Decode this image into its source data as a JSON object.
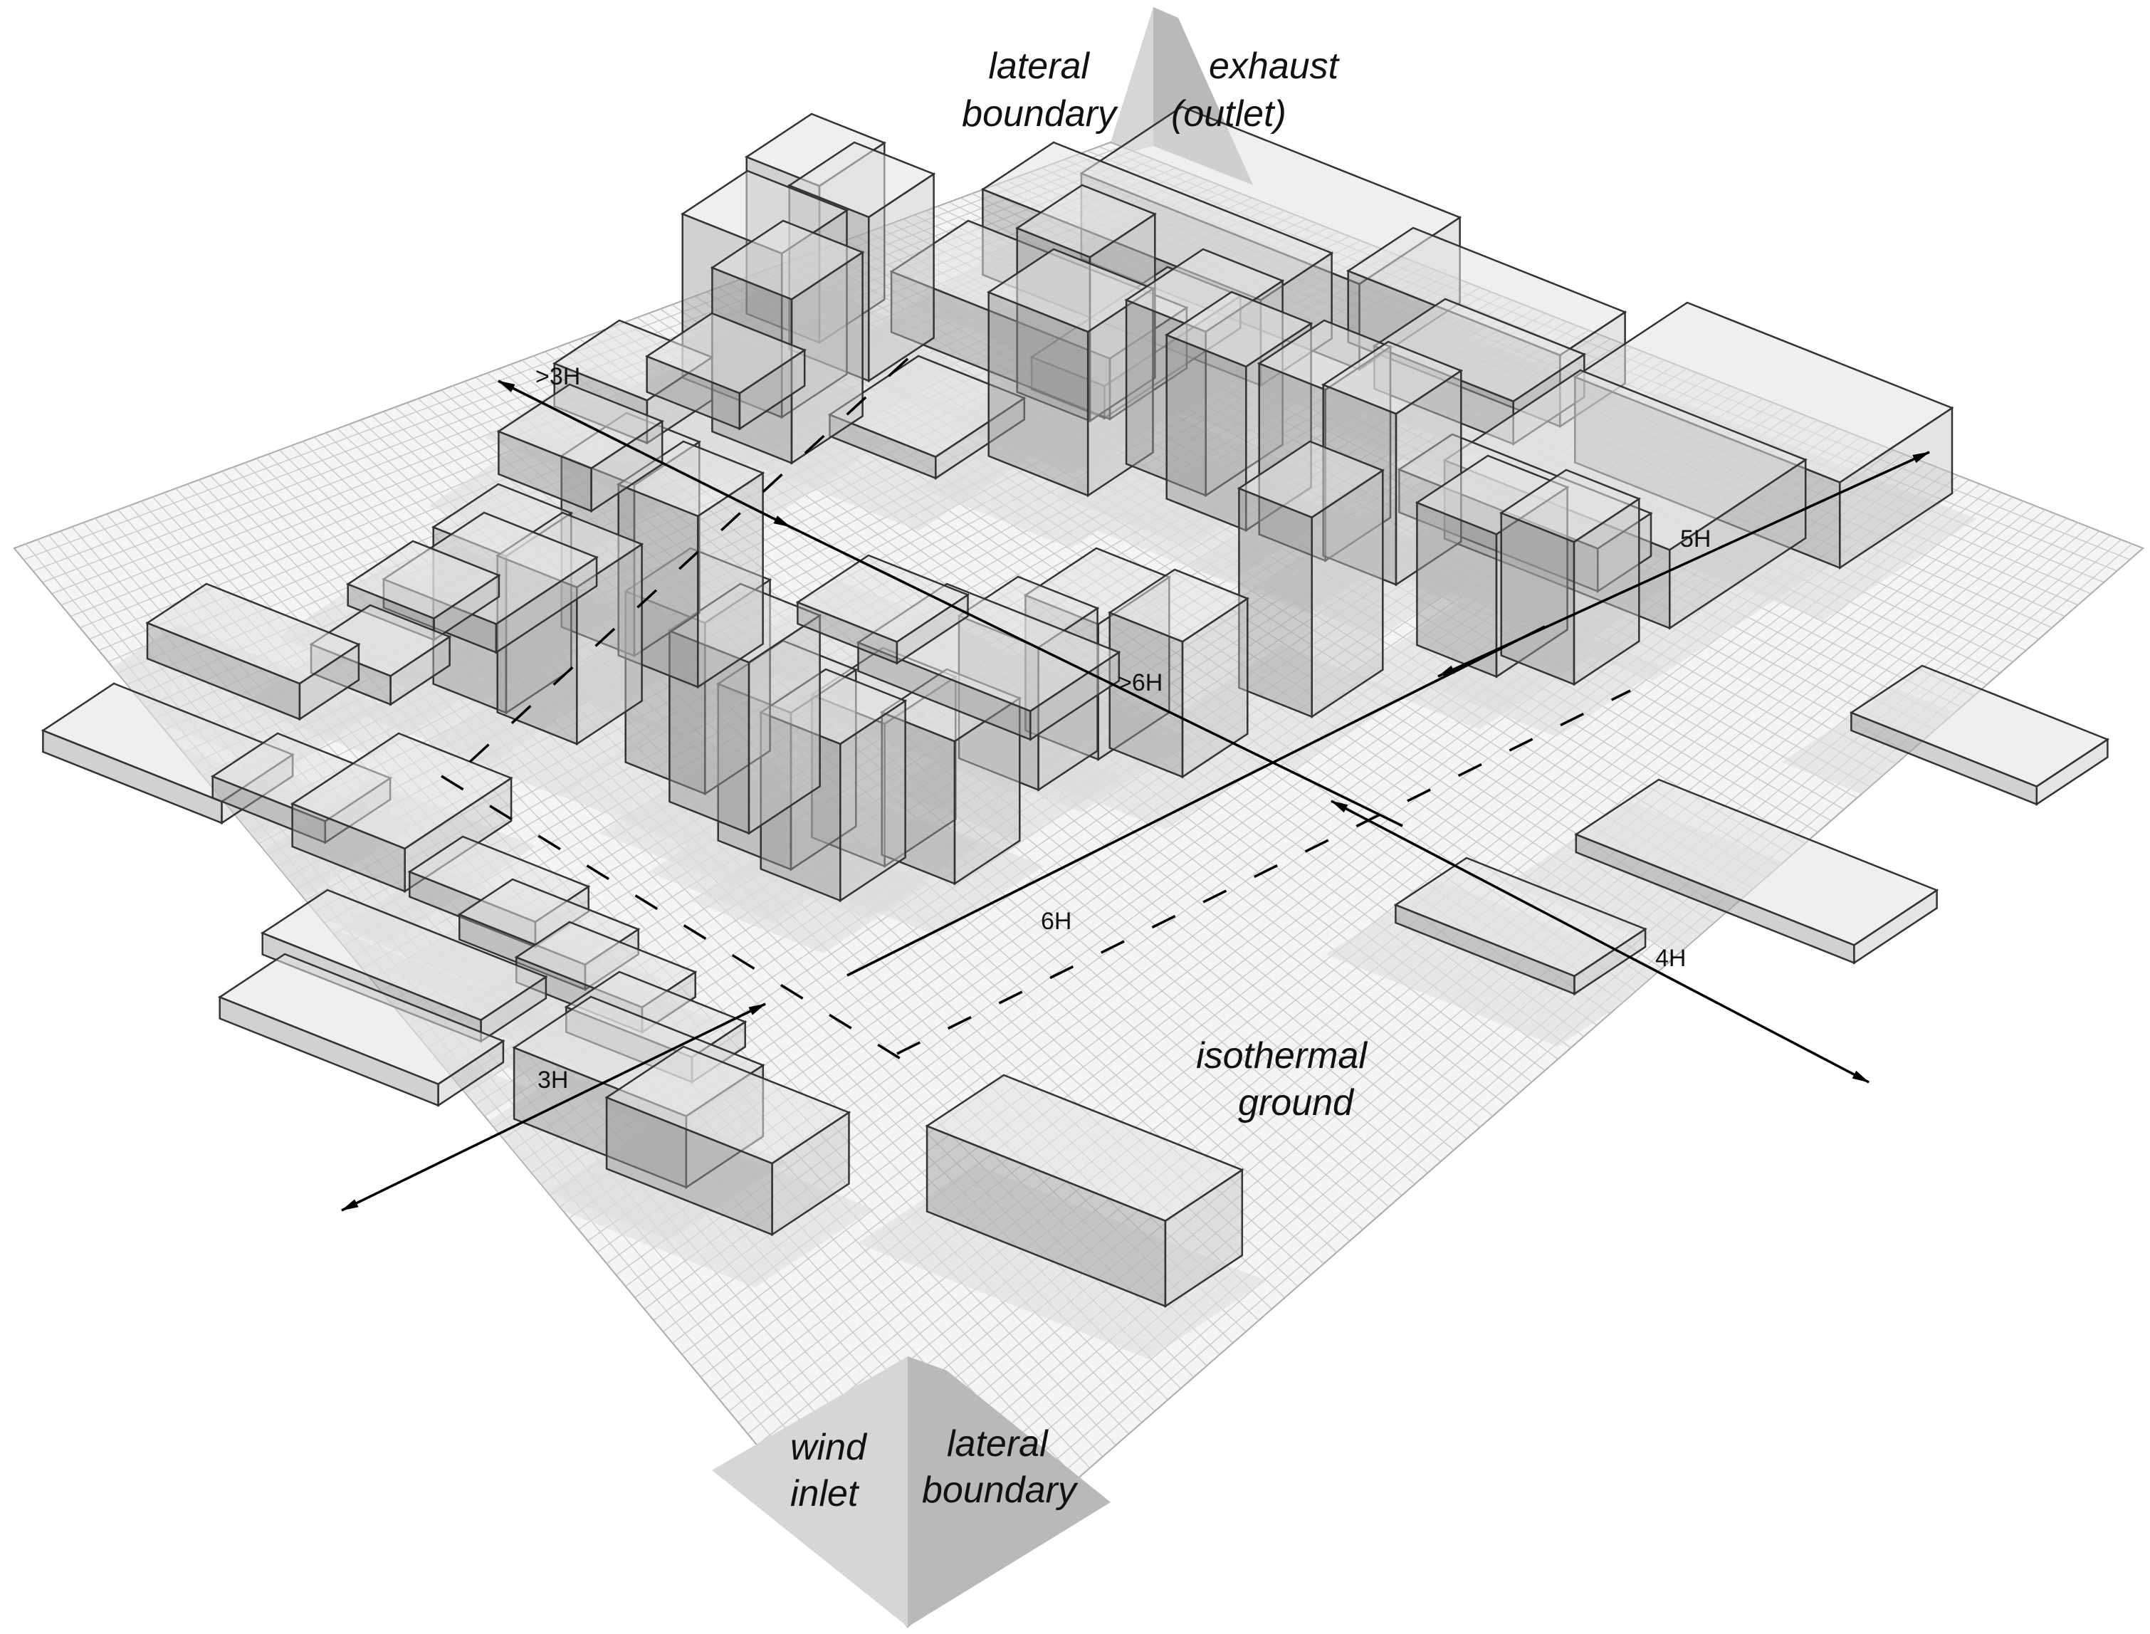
{
  "labels": {
    "lateral_boundary_top": [
      "lateral",
      "boundary"
    ],
    "exhaust_outlet": [
      "exhaust",
      "(outlet)"
    ],
    "wind_inlet": [
      "wind",
      "inlet"
    ],
    "lateral_boundary_bottom": [
      "lateral",
      "boundary"
    ],
    "isothermal_ground": [
      "isothermal",
      "ground"
    ]
  },
  "dimensions": {
    "gt3H": ">3H",
    "gt6H": ">6H",
    "d5H": "5H",
    "d6H": "6H",
    "d4H": "4H",
    "d3H": "3H"
  },
  "colors": {
    "boundary_dark": "#b9b9b9",
    "boundary_light": "#d6d6d6",
    "ground_fill": "#f4f4f4",
    "mesh_line": "#c9c9c9",
    "halo": "#dcdcdc"
  }
}
